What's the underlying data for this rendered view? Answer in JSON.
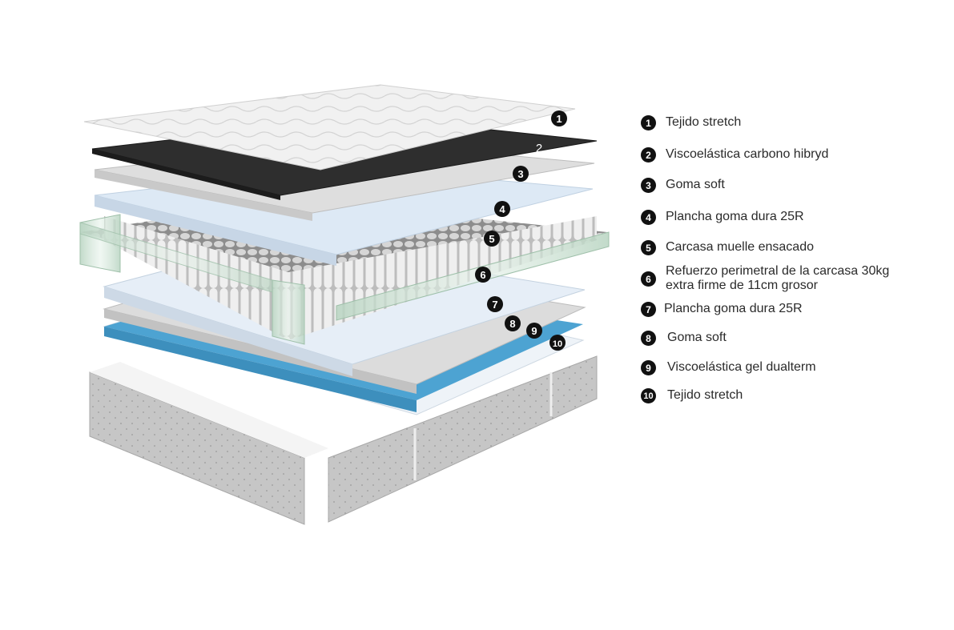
{
  "layers": [
    {
      "num": "1",
      "label": "Tejido stretch"
    },
    {
      "num": "2",
      "label": "Viscoelástica carbono hibryd"
    },
    {
      "num": "3",
      "label": "Goma soft"
    },
    {
      "num": "4",
      "label": "Plancha goma dura 25R"
    },
    {
      "num": "5",
      "label": "Carcasa muelle ensacado"
    },
    {
      "num": "6",
      "label": "Refuerzo perimetral de la carcasa 30kg",
      "label2": "extra firme de 11cm grosor"
    },
    {
      "num": "7",
      "label": "Plancha goma dura 25R"
    },
    {
      "num": "8",
      "label": "Goma soft"
    },
    {
      "num": "9",
      "label": "Viscoelástica gel dualterm"
    },
    {
      "num": "10",
      "label": "Tejido stretch"
    }
  ],
  "colors": {
    "badge": "#111111",
    "fabric": "#ececec",
    "carbon": "#2b2b2b",
    "soft_foam": "#d9d9d9",
    "firm_foam": "#dbe7f3",
    "gel": "#4a9fcf",
    "base_fabric": "#c9c9c9",
    "glass_frame": "#cfe3d6"
  }
}
